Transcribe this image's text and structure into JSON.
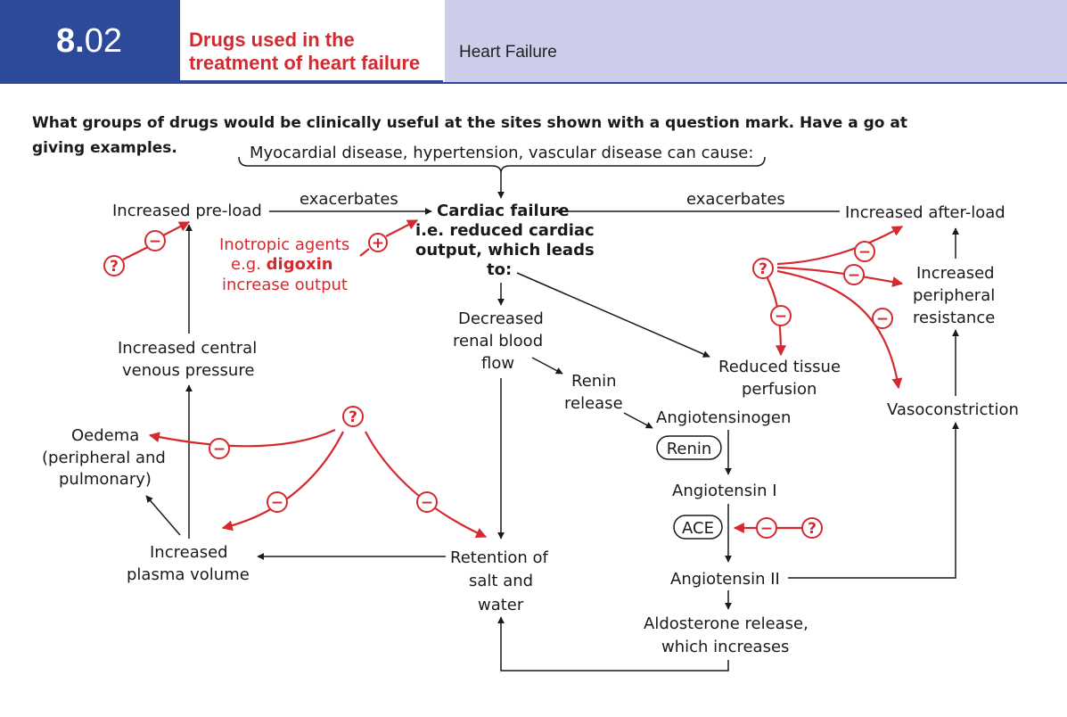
{
  "header": {
    "number_major": "8.",
    "number_minor": "02",
    "title_line1": "Drugs used in the",
    "title_line2": "treatment of heart failure",
    "subject": "Heart Failure"
  },
  "question": "What groups of drugs would be clinically useful at the sites shown with a question mark. Have a go at giving examples.",
  "diagram": {
    "causes": "Myocardial disease, hypertension, vascular disease can cause:",
    "exacerbates": "exacerbates",
    "preload": "Increased pre-load",
    "afterload": "Increased after-load",
    "cardiac_failure_1": "Cardiac failure",
    "cardiac_failure_2": "i.e. reduced cardiac",
    "cardiac_failure_3": "output, which leads",
    "cardiac_failure_4": "to:",
    "inotropic_1": "Inotropic agents",
    "inotropic_2a": "e.g. ",
    "inotropic_2b": "digoxin",
    "inotropic_3": "increase output",
    "peripheral_resistance_1": "Increased",
    "peripheral_resistance_2": "peripheral",
    "peripheral_resistance_3": "resistance",
    "vasoconstriction": "Vasoconstriction",
    "renal_1": "Decreased",
    "renal_2": "renal blood",
    "renal_3": "flow",
    "tissue_1": "Reduced tissue",
    "tissue_2": "perfusion",
    "renin_release_1": "Renin",
    "renin_release_2": "release",
    "cvp_1": "Increased central",
    "cvp_2": "venous pressure",
    "angiotensinogen": "Angiotensinogen",
    "renin_enzyme": "Renin",
    "angiotensin1": "Angiotensin I",
    "ace": "ACE",
    "angiotensin2": "Angiotensin II",
    "aldosterone_1": "Aldosterone release,",
    "aldosterone_2": "which increases",
    "oedema_1": "Oedema",
    "oedema_2": "(peripheral and",
    "oedema_3": "pulmonary)",
    "plasma_1": "Increased",
    "plasma_2": "plasma volume",
    "retention_1": "Retention of",
    "retention_2": "salt and",
    "retention_3": "water",
    "question_symbol": "?",
    "minus_symbol": "−",
    "plus_symbol": "+"
  },
  "colors": {
    "accent_red": "#d42a2f",
    "header_blue": "#2d4a9a",
    "header_lavender": "#cccde8",
    "arrow_black": "#1a1a1a"
  }
}
